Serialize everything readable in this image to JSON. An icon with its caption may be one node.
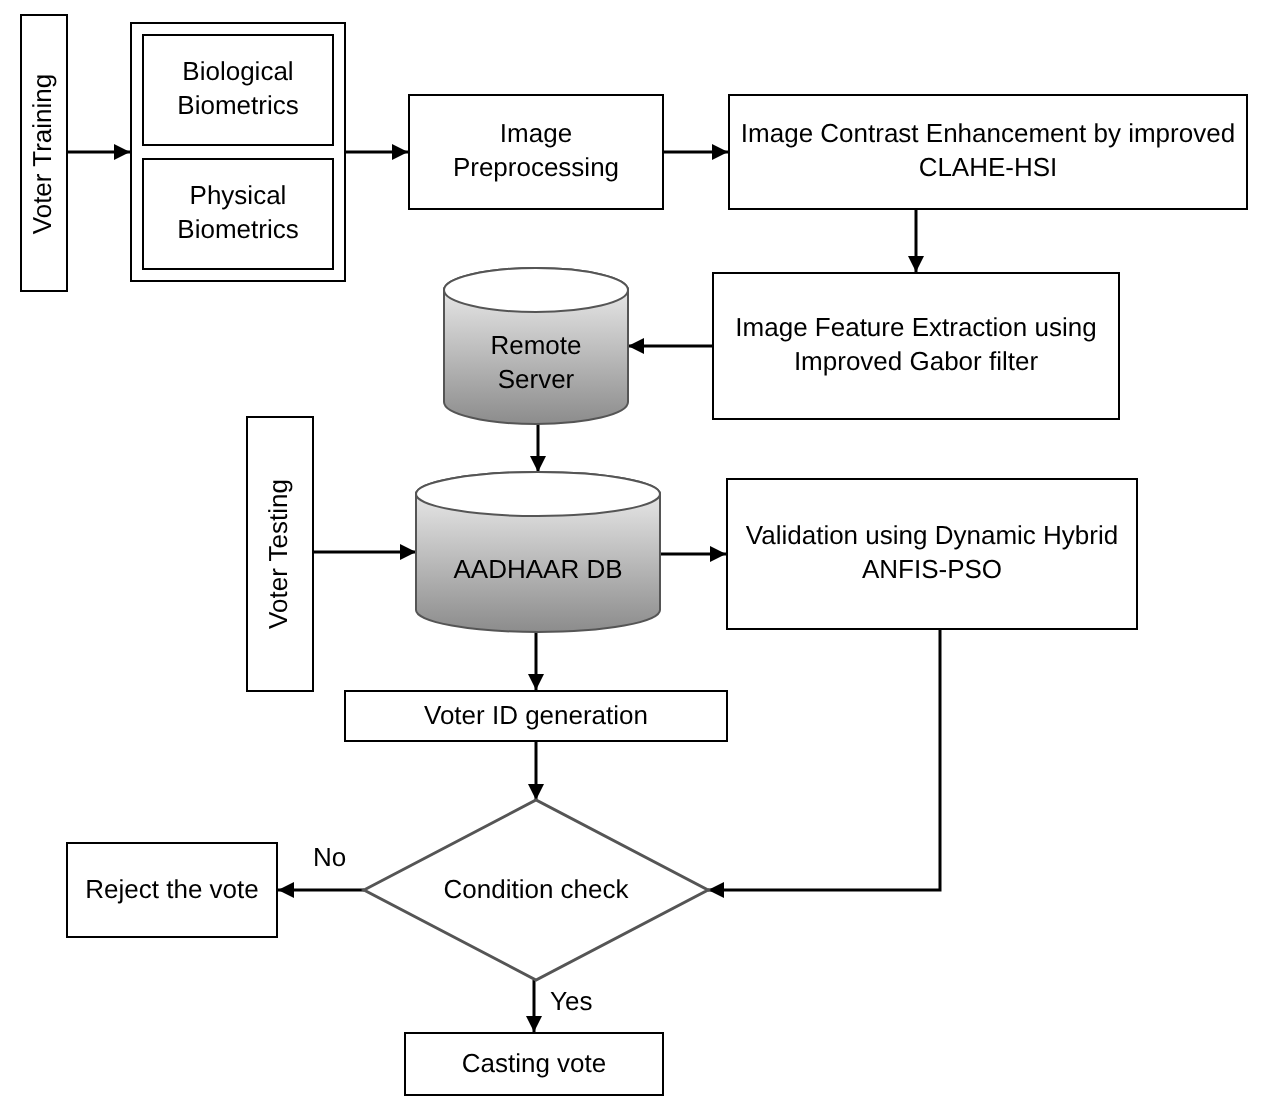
{
  "diagram": {
    "nodes": [
      {
        "text": [
          "Voter Training"
        ]
      },
      {
        "text": [],
        "shape": "box"
      },
      {
        "text": [
          "Biological Biometrics"
        ],
        "in": 1
      },
      {
        "text": [
          "Physical Biometrics"
        ],
        "in": 1
      },
      {
        "text": [
          "Image Preprocessing"
        ]
      },
      {
        "text": [
          "Image Contrast Enhancement by improved CLAHE-HSI"
        ]
      },
      {
        "text": [
          "Remote Server"
        ]
      },
      {
        "text": [
          "Image Feature Extraction using Improved Gabor filter"
        ]
      },
      {
        "text": [
          "Voter Testing"
        ]
      },
      {
        "text": [
          "AADHAAR DB"
        ]
      },
      {
        "text": [
          "Validation using Dynamic Hybrid ANFIS-PSO"
        ]
      },
      {
        "text": [
          "Voter ID generation"
        ]
      },
      {
        "text": [
          "Condition check"
        ]
      },
      {
        "text": [
          "Reject the vote"
        ]
      },
      {
        "text": [
          "Casting vote"
        ]
      }
    ],
    "edges": [
      {
        "from": 0,
        "to": 1,
        "arrow": "to"
      },
      {
        "from": 1,
        "to": 4,
        "arrow": "to"
      },
      {
        "from": 4,
        "to": 5,
        "arrow": "to"
      },
      {
        "from": 5,
        "to": 7,
        "arrow": "to"
      },
      {
        "from": 7,
        "to": 6,
        "arrow": "to"
      },
      {
        "from": 6,
        "to": 9,
        "arrow": "to"
      },
      {
        "from": 8,
        "to": 9,
        "arrow": "to"
      },
      {
        "from": 9,
        "to": 10,
        "arrow": "to"
      },
      {
        "from": 9,
        "to": 11,
        "arrow": "to"
      },
      {
        "from": 11,
        "to": 12,
        "arrow": "to"
      },
      {
        "from": 10,
        "to": 12,
        "arrow": "to"
      },
      {
        "from": 12,
        "to": 13,
        "label": "No",
        "arrow": "to"
      },
      {
        "from": 12,
        "to": 14,
        "label": "Yes",
        "arrow": "to"
      }
    ]
  }
}
